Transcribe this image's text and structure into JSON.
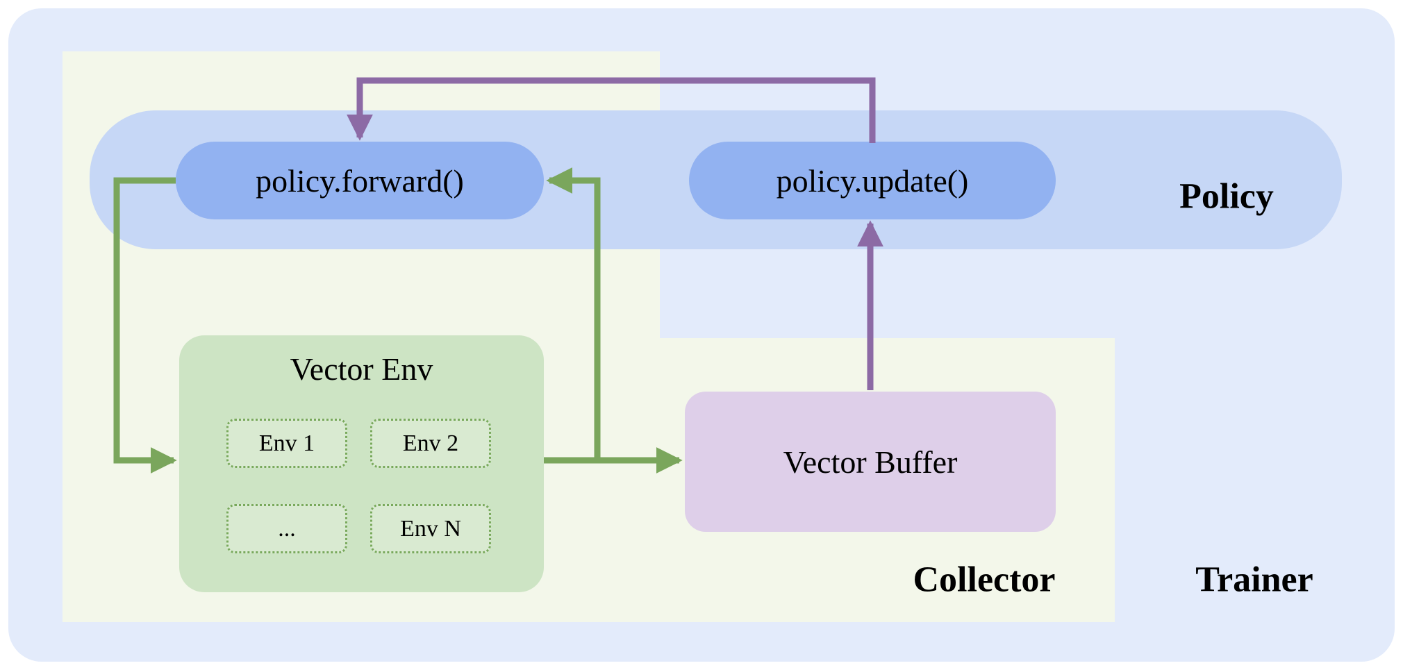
{
  "diagram": {
    "trainer_label": "Trainer",
    "collector_label": "Collector",
    "policy_label": "Policy",
    "policy_forward_label": "policy.forward()",
    "policy_update_label": "policy.update()",
    "vector_env": {
      "title": "Vector Env",
      "envs": [
        "Env 1",
        "Env 2",
        "...",
        "Env N"
      ]
    },
    "vector_buffer_label": "Vector Buffer",
    "colors": {
      "trainer_bg": "#e3ebfb",
      "collector_bg": "#f3f7ea",
      "policy_band_bg": "#c6d7f6",
      "pill_bg": "#92b2f1",
      "vector_env_bg": "#cde4c4",
      "env_item_bg": "#d9ead1",
      "env_item_border": "#79a95c",
      "vector_buffer_bg": "#decfe9",
      "arrow_green": "#7aa65c",
      "arrow_purple": "#8c6aa5"
    },
    "arrows": {
      "forward_to_env": "green",
      "env_to_buffer": "green",
      "env_to_forward": "green",
      "buffer_to_update": "purple",
      "update_to_forward": "purple"
    }
  }
}
